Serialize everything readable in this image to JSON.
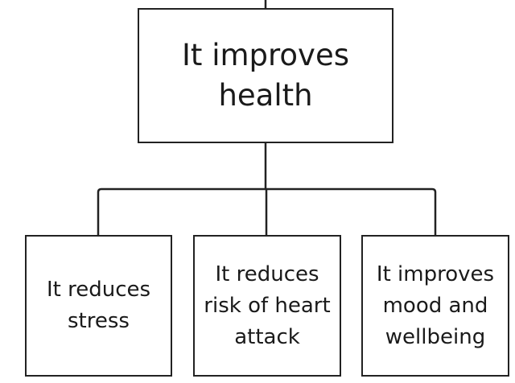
{
  "root": {
    "label": "It improves health"
  },
  "children": [
    {
      "label": "It reduces stress"
    },
    {
      "label": "It reduces risk of heart attack"
    },
    {
      "label": "It improves mood and wellbeing"
    }
  ],
  "colors": {
    "line": "#222222",
    "box_fill": "#ffffff",
    "text": "#1a1a1a"
  }
}
